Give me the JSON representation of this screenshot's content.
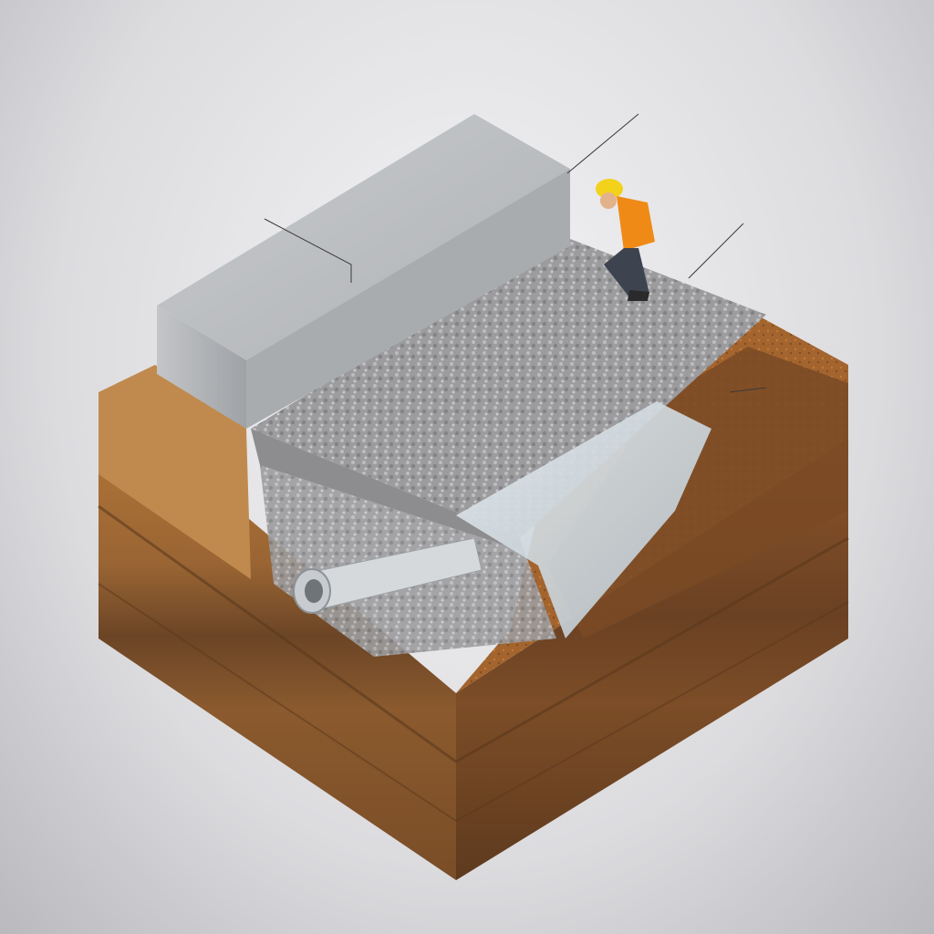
{
  "scene": {
    "components": [
      {
        "id": "concrete-wall",
        "icon": "concrete-block-icon"
      },
      {
        "id": "gravel-backfill",
        "icon": "gravel-layer-icon"
      },
      {
        "id": "filter-fabric",
        "icon": "geotextile-icon"
      },
      {
        "id": "perforated-drain-pipe",
        "icon": "pipe-icon"
      },
      {
        "id": "soil-strata",
        "icon": "soil-layers-icon"
      },
      {
        "id": "worker",
        "icon": "worker-icon"
      }
    ],
    "colors": {
      "concrete": "#b9bcbf",
      "gravel": "#9a9a9c",
      "fabric": "#cfd9df",
      "soil_top": "#a9682f",
      "soil_mid": "#6e4623",
      "soil_low": "#8a5a2e",
      "vest": "#f08a16",
      "helmet": "#f3d21c"
    }
  },
  "callouts": [
    {
      "lines": [
        "",
        ""
      ]
    },
    {
      "lines": [
        "",
        "",
        ""
      ]
    },
    {
      "lines": [
        "",
        "",
        ""
      ]
    },
    {
      "lines": [
        "",
        "",
        "",
        ""
      ]
    }
  ]
}
